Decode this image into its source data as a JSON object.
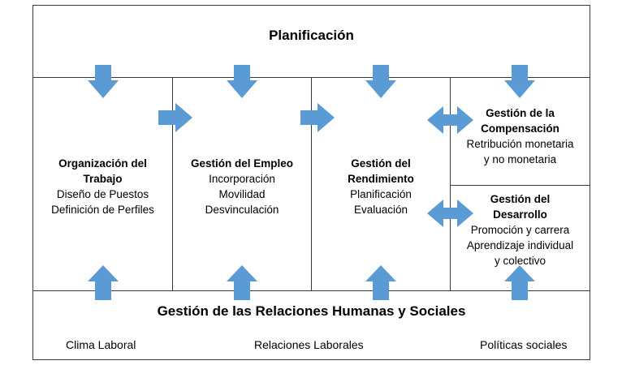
{
  "top": {
    "title": "Planificación"
  },
  "columns": [
    {
      "heading": [
        "Organización del",
        "Trabajo"
      ],
      "lines": [
        "Diseño de Puestos",
        "Definición de Perfiles"
      ]
    },
    {
      "heading": [
        "Gestión del Empleo"
      ],
      "lines": [
        "Incorporación",
        "Movilidad",
        "Desvinculación"
      ]
    },
    {
      "heading": [
        "Gestión del",
        "Rendimiento"
      ],
      "lines": [
        "Planificación",
        "Evaluación"
      ]
    }
  ],
  "right_top": {
    "heading": [
      "Gestión de la",
      "Compensación"
    ],
    "lines": [
      "Retribución monetaria",
      "y no monetaria"
    ]
  },
  "right_bottom": {
    "heading": [
      "Gestión del",
      "Desarrollo"
    ],
    "lines": [
      "Promoción y carrera",
      "Aprendizaje individual",
      "y colectivo"
    ]
  },
  "bottom": {
    "title": "Gestión de las Relaciones Humanas y Sociales",
    "items": [
      "Clima Laboral",
      "Relaciones Laborales",
      "Políticas sociales"
    ]
  },
  "colors": {
    "arrow": "#5b9bd5",
    "border": "#3a3a3a"
  }
}
